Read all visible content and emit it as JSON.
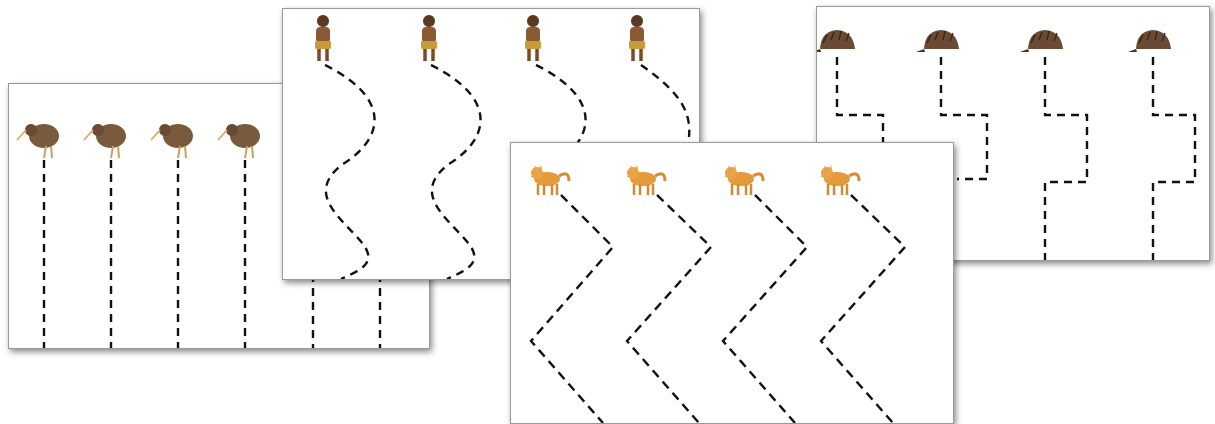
{
  "sheets": [
    {
      "id": "kiwi",
      "path_style": "straight",
      "path_count": 6,
      "picture_count": 4,
      "picture_icon": "kiwi-bird-icon"
    },
    {
      "id": "person",
      "path_style": "wavy",
      "path_count": 4,
      "picture_count": 4,
      "picture_icon": "aboriginal-child-icon"
    },
    {
      "id": "echidna",
      "path_style": "stepped",
      "path_count": 4,
      "picture_count": 4,
      "picture_icon": "echidna-icon"
    },
    {
      "id": "dingo",
      "path_style": "zigzag",
      "path_count": 4,
      "picture_count": 4,
      "picture_icon": "dingo-icon"
    }
  ],
  "colors": {
    "line": "#111111",
    "kiwi": "#7a5a3c",
    "skin": "#8a5a32",
    "echidna": "#6b4a35",
    "dingo": "#e59a3c"
  }
}
